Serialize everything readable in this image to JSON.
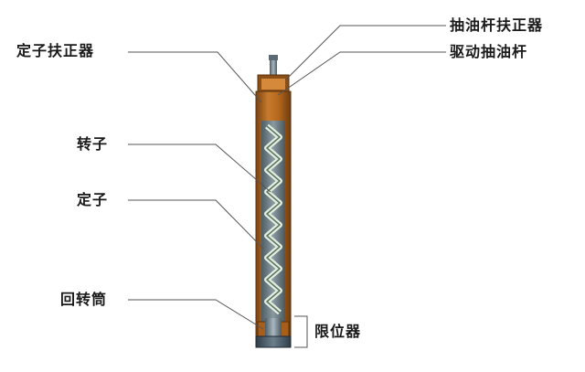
{
  "labels": {
    "rod_centralizer": "抽油杆扶正器",
    "drive_rod": "驱动抽油杆",
    "stator_centralizer": "定子扶正器",
    "rotor": "转子",
    "stator": "定子",
    "rotary_tube": "回转筒",
    "limiter": "限位器"
  },
  "colors": {
    "tubing": "#b5691d",
    "tubing_dark": "#7a4312",
    "stator_fill": "#6d7e86",
    "rotor_fill": "#9fb3a0",
    "rod": "#6f7f8a",
    "leader": "#555555"
  }
}
